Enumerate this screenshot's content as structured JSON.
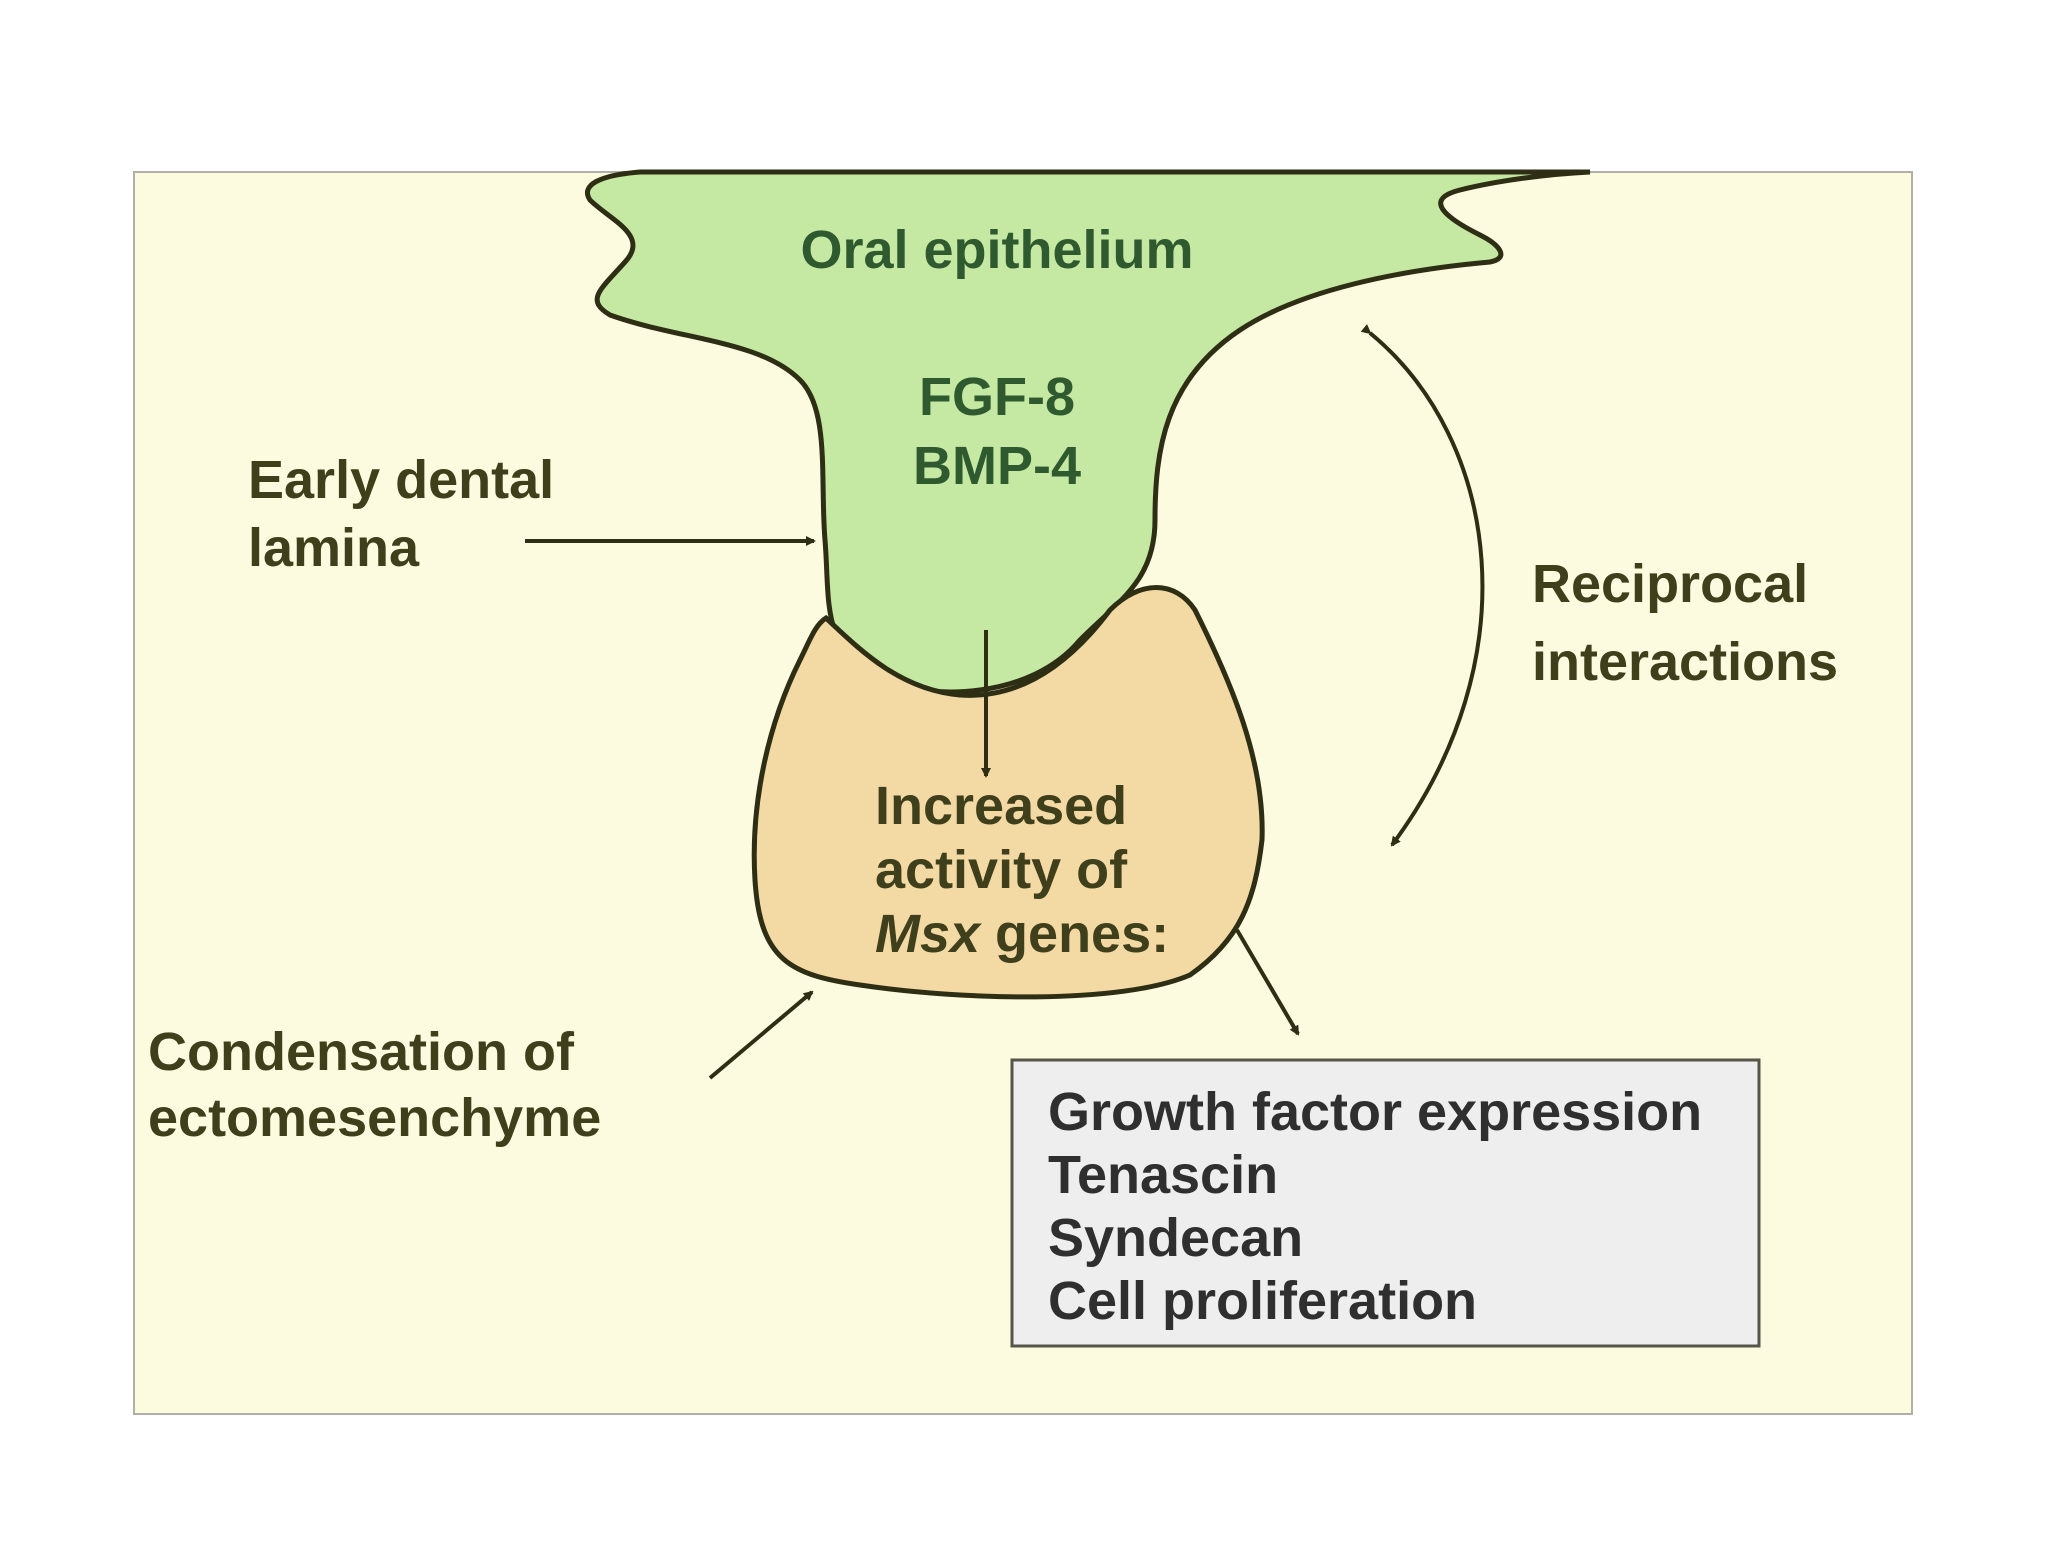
{
  "diagram": {
    "colors": {
      "page": "#ffffff",
      "background": "#fdfbdf",
      "epithelium": "#c5e8a3",
      "mesenchyme": "#f3d9a4",
      "outline": "#2e2e14",
      "box": "#efeeee",
      "text": "#3f3f1c",
      "green_text": "#2f5a2f"
    },
    "labels": {
      "oral_epithelium": "Oral epithelium",
      "fgf8": "FGF-8",
      "bmp4": "BMP-4",
      "early_dental_line1": "Early dental",
      "early_dental_line2": "lamina",
      "reciprocal_line1": "Reciprocal",
      "reciprocal_line2": "interactions",
      "increased_line1": "Increased",
      "increased_line2": "activity of",
      "msx_italic": "Msx",
      "msx_rest": " genes:",
      "condensation_line1": "Condensation of",
      "condensation_line2": "ectomesenchyme"
    },
    "effects_box": {
      "items": [
        "Growth factor expression",
        "Tenascin",
        "Syndecan",
        "Cell proliferation"
      ]
    }
  }
}
